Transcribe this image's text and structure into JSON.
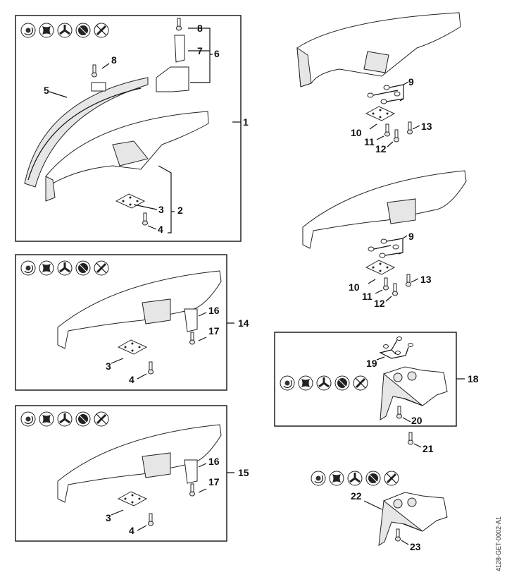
{
  "diagram": {
    "title_code": "4128-GET-0002-A1",
    "tool_icons": [
      "mowing-head-icon",
      "plastic-blade-icon",
      "3-tooth-blade-icon",
      "disc-blade-icon",
      "2-wing-blade-icon"
    ],
    "groups": [
      {
        "id": "group-1",
        "label": "1",
        "parts": [
          "2",
          "3",
          "4",
          "5",
          "6",
          "7",
          "8",
          "8"
        ]
      },
      {
        "id": "group-9-13-a",
        "parts": [
          "9",
          "10",
          "11",
          "12",
          "13"
        ]
      },
      {
        "id": "group-9-13-b",
        "parts": [
          "9",
          "10",
          "11",
          "12",
          "13"
        ]
      },
      {
        "id": "group-14",
        "label": "14",
        "parts": [
          "3",
          "4",
          "16",
          "17"
        ]
      },
      {
        "id": "group-15",
        "label": "15",
        "parts": [
          "3",
          "4",
          "16",
          "17"
        ]
      },
      {
        "id": "group-18",
        "label": "18",
        "parts": [
          "19",
          "20"
        ]
      },
      {
        "id": "group-21",
        "parts": [
          "21"
        ]
      },
      {
        "id": "group-22",
        "parts": [
          "22",
          "23"
        ]
      }
    ],
    "labels": {
      "l1": "1",
      "l2": "2",
      "l3a": "3",
      "l4a": "4",
      "l5": "5",
      "l6": "6",
      "l7": "7",
      "l8a": "8",
      "l8b": "8",
      "l9a": "9",
      "l10a": "10",
      "l11a": "11",
      "l12a": "12",
      "l13a": "13",
      "l9b": "9",
      "l10b": "10",
      "l11b": "11",
      "l12b": "12",
      "l13b": "13",
      "l14": "14",
      "l3b": "3",
      "l4b": "4",
      "l16a": "16",
      "l17a": "17",
      "l15": "15",
      "l3c": "3",
      "l4c": "4",
      "l16b": "16",
      "l17b": "17",
      "l18": "18",
      "l19": "19",
      "l20": "20",
      "l21": "21",
      "l22": "22",
      "l23": "23"
    }
  }
}
